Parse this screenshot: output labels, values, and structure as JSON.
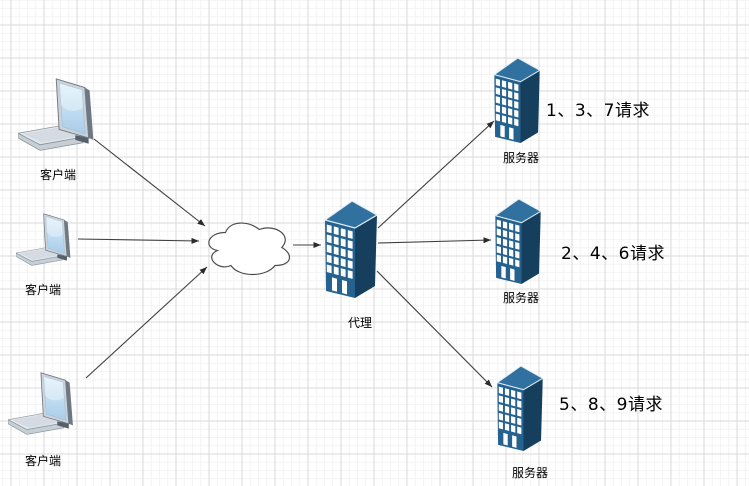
{
  "diagram": {
    "clients": [
      {
        "label": "客户端"
      },
      {
        "label": "客户端"
      },
      {
        "label": "客户端"
      }
    ],
    "cloud": {
      "name": "network-cloud"
    },
    "proxy": {
      "label": "代理"
    },
    "servers": [
      {
        "label": "服务器",
        "annotation": "1、3、7请求"
      },
      {
        "label": "服务器",
        "annotation": "2、4、6请求"
      },
      {
        "label": "服务器",
        "annotation": "5、8、9请求"
      }
    ]
  },
  "icons": {
    "client": "laptop-icon",
    "cloud": "cloud-icon",
    "proxy": "office-building-icon",
    "server": "office-building-icon"
  },
  "colors": {
    "building_front": "#26628F",
    "building_side": "#153F5D",
    "building_top": "#31719F",
    "building_window": "#FFFFFF",
    "laptop_body": "#E4E9EE",
    "laptop_screen_top": "#D9EDFA",
    "laptop_screen_bottom": "#A9CDE9",
    "cloud_fill": "#FFFFFF",
    "connector": "#3F3F3F",
    "grid_minor": "#F3F3F3",
    "grid_major": "#D9D9D9",
    "canvas_bg": "#FFFFFF",
    "text": "#000000"
  }
}
